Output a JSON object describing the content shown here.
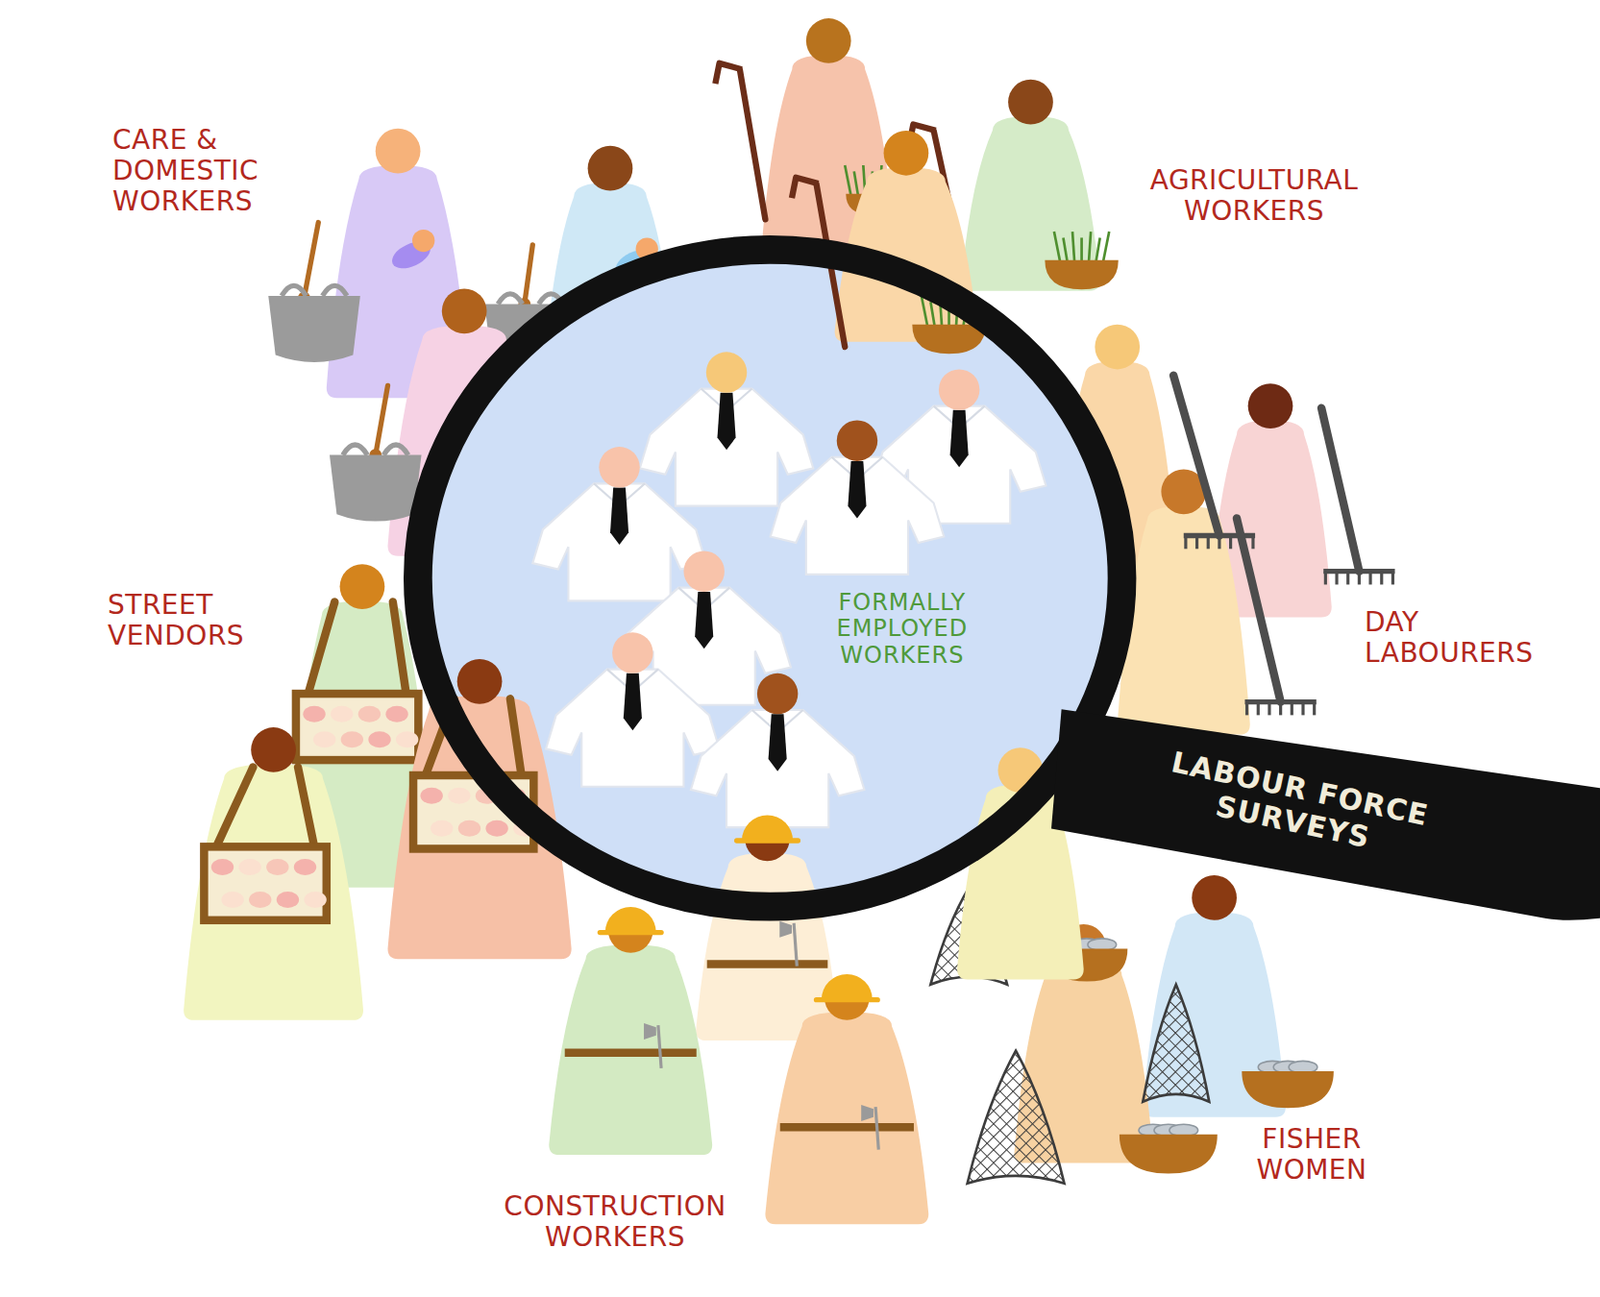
{
  "diagram": {
    "nodes": [
      {
        "text": [
          "FORMALLY EMPLOYED WORKERS"
        ]
      },
      {
        "text": [
          "LABOUR FORCE SURVEYS"
        ]
      }
    ],
    "labels": [
      "CARE & DOMESTIC WORKERS",
      "AGRICULTURAL WORKERS",
      "STREET VENDORS",
      "DAY LABOURERS",
      "FISHER WOMEN",
      "CONSTRUCTION WORKERS"
    ]
  }
}
